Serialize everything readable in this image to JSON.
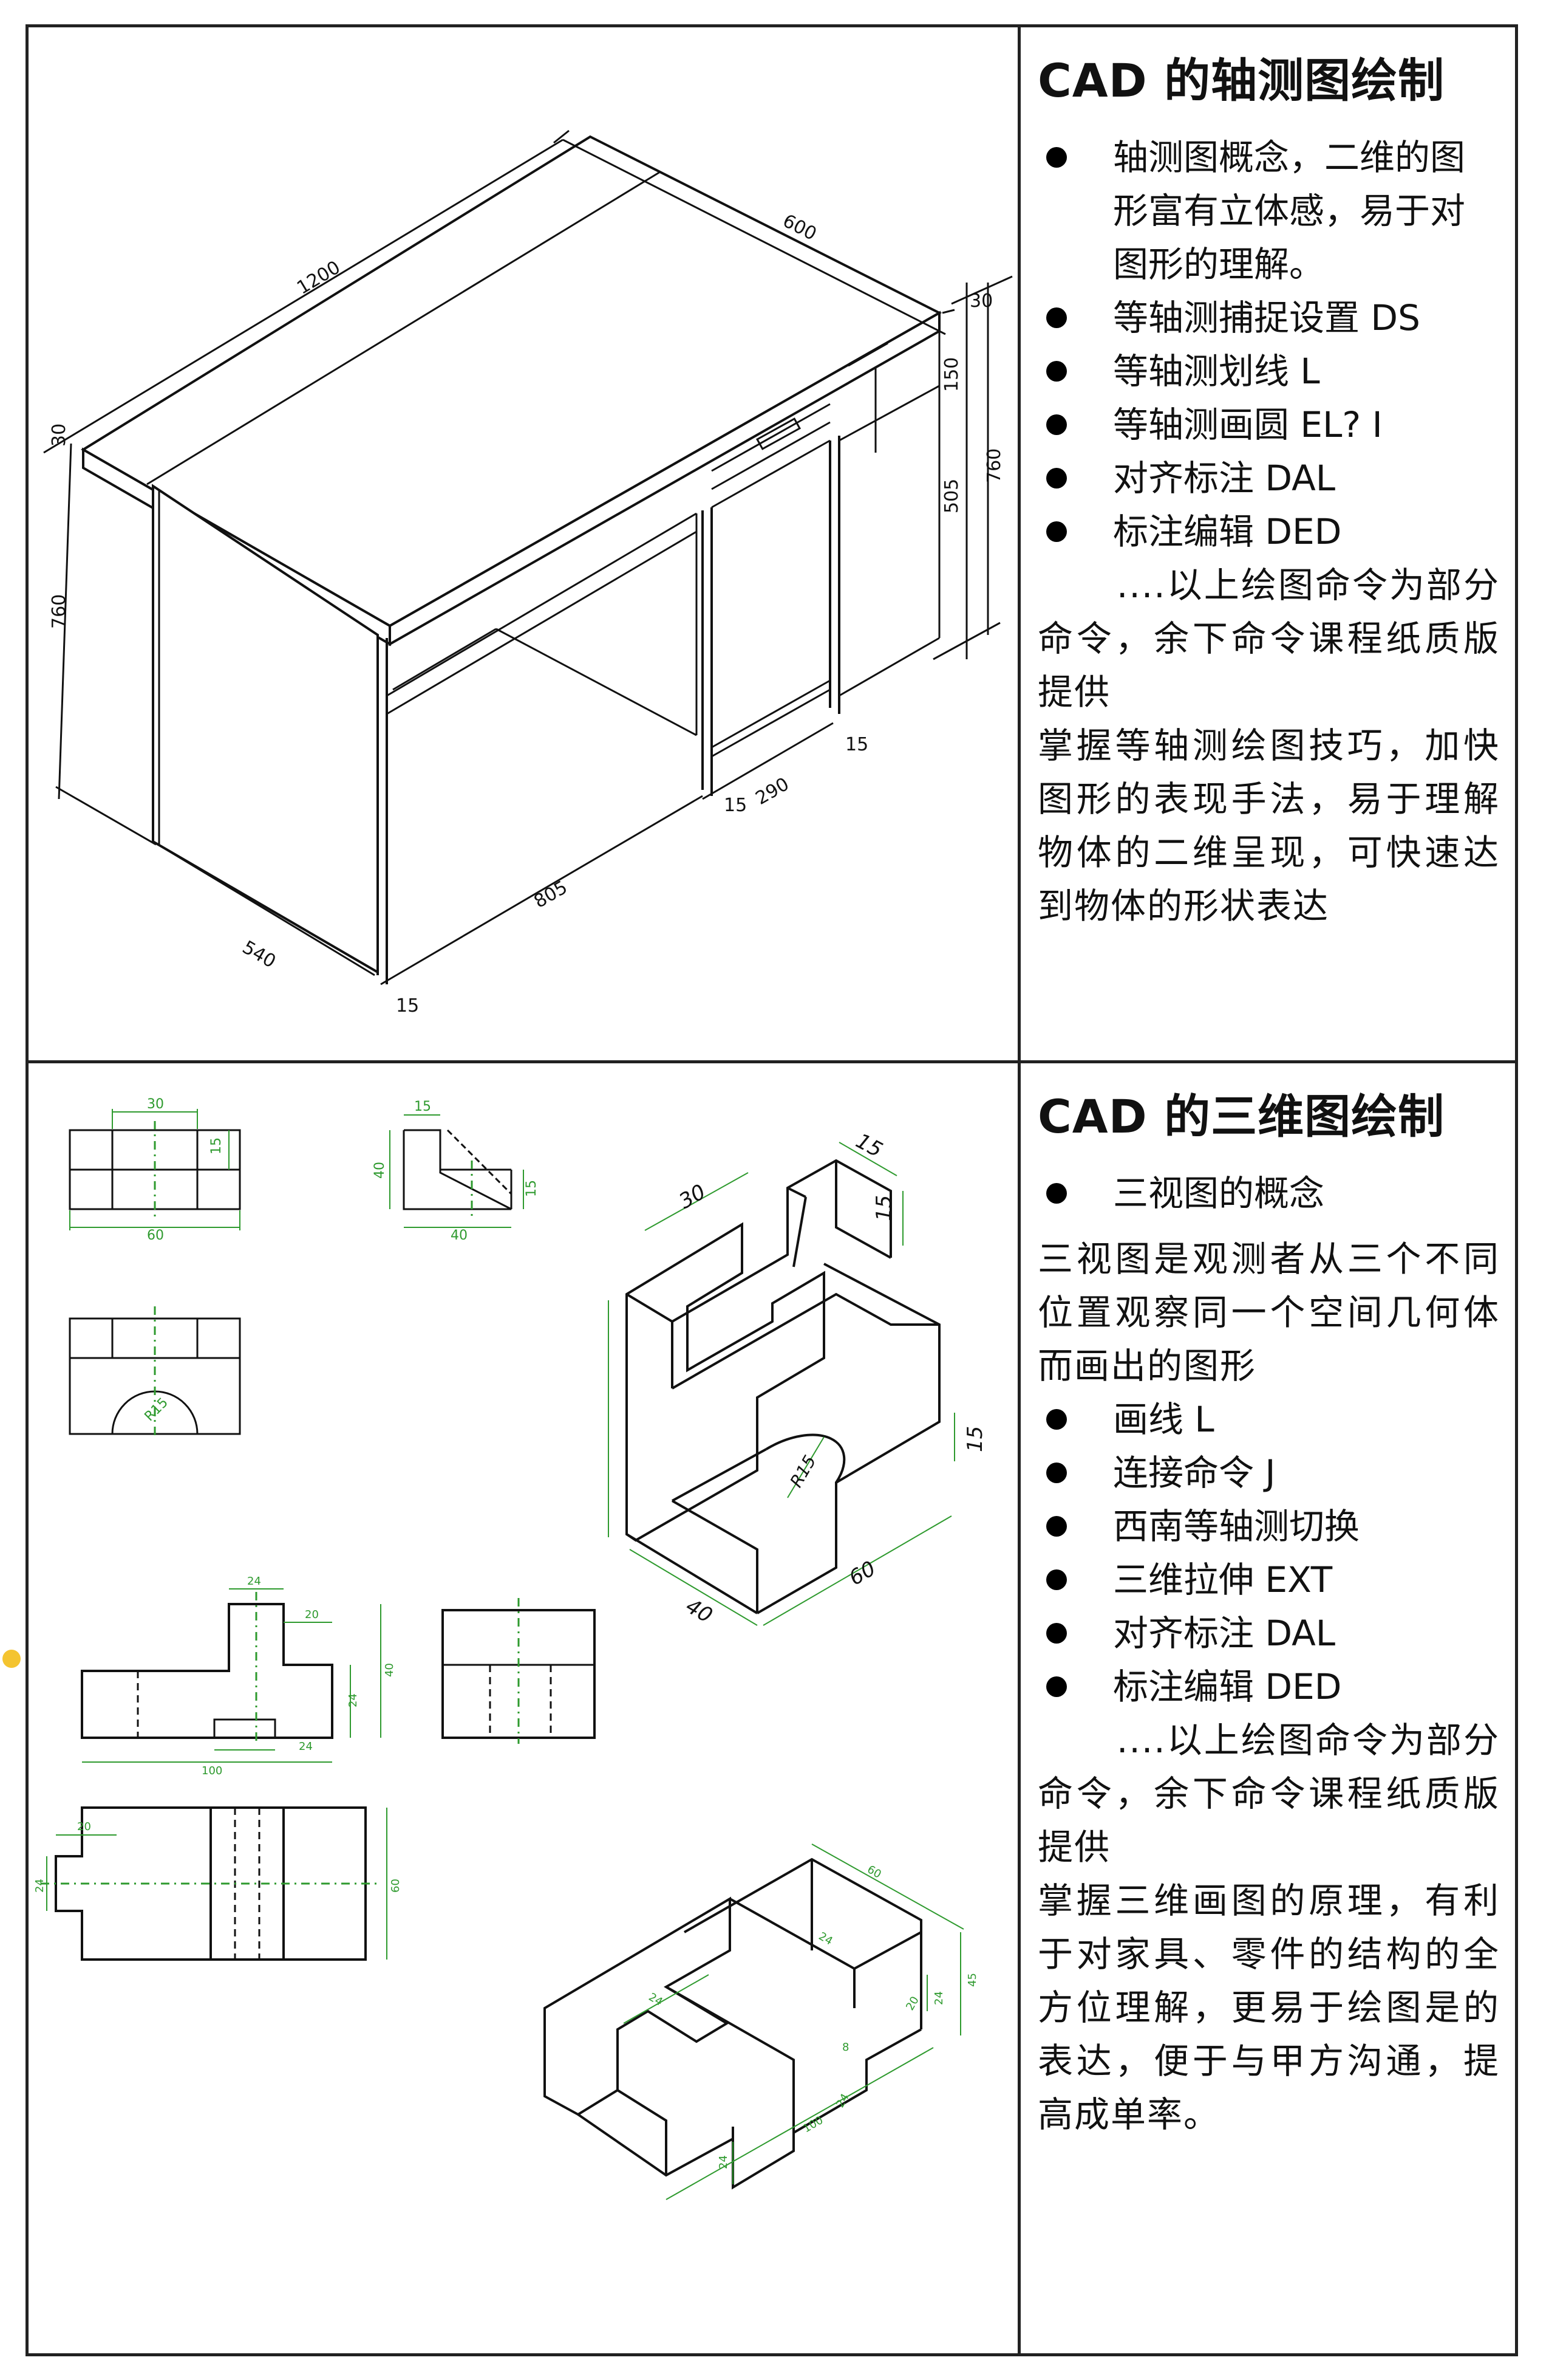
{
  "section1": {
    "title": "CAD 的轴测图绘制",
    "bullets": [
      "轴测图概念，二维的图形富有立体感，易于对图形的理解。",
      "等轴测捕捉设置 DS",
      "等轴测划线 L",
      "等轴测画圆 EL? I",
      "对齐标注 DAL",
      "标注编辑 DED"
    ],
    "note": "....以上绘图命令为部分命令，余下命令课程纸质版提供",
    "summary": "掌握等轴测绘图技巧，加快图形的表现手法，易于理解物体的二维呈现，可快速达到物体的形状表达",
    "drawing_dims": {
      "d1200": "1200",
      "d600": "600",
      "d30a": "30",
      "d30b": "30",
      "d150": "150",
      "d760a": "760",
      "d760b": "760",
      "d505": "505",
      "d15a": "15",
      "d15b": "15",
      "d15c": "15",
      "d290": "290",
      "d540": "540",
      "d805": "805"
    }
  },
  "section2": {
    "title": "CAD 的三维图绘制",
    "bullet_intro": "三视图的概念",
    "definition": "三视图是观测者从三个不同位置观察同一个空间几何体而画出的图形",
    "bullets": [
      "画线 L",
      "连接命令 J",
      "西南等轴测切换",
      "三维拉伸 EXT",
      "对齐标注 DAL",
      "标注编辑 DED"
    ],
    "note": "....以上绘图命令为部分命令，余下命令课程纸质版提供",
    "summary": "掌握三维画图的原理，有利于对家具、零件的结构的全方位理解，更易于绘图是的表达，便于与甲方沟通，提高成单率。",
    "drawing_dims": {
      "v30": "30",
      "v15a": "15",
      "v60": "60",
      "v15b": "15",
      "v40a": "40",
      "v15c": "15",
      "v40b": "40",
      "r15": "R15",
      "i15": "15",
      "i30": "30",
      "i15b": "15",
      "i15c": "15",
      "i40": "40",
      "i60": "60",
      "b24": "24",
      "b20": "20",
      "b40": "40",
      "b24b": "24",
      "b24c": "24",
      "b100": "100",
      "p20": "20",
      "p24": "24",
      "p60": "60",
      "q60": "60",
      "q24": "24",
      "q45": "45",
      "q20": "20",
      "q24b": "24",
      "q8": "8",
      "q24c": "24",
      "q24d": "24",
      "q100": "100",
      "q24e": "24"
    }
  },
  "colors": {
    "dimension_green": "#2e9a2e",
    "line": "#111111",
    "accent_dot": "#f4c430"
  }
}
